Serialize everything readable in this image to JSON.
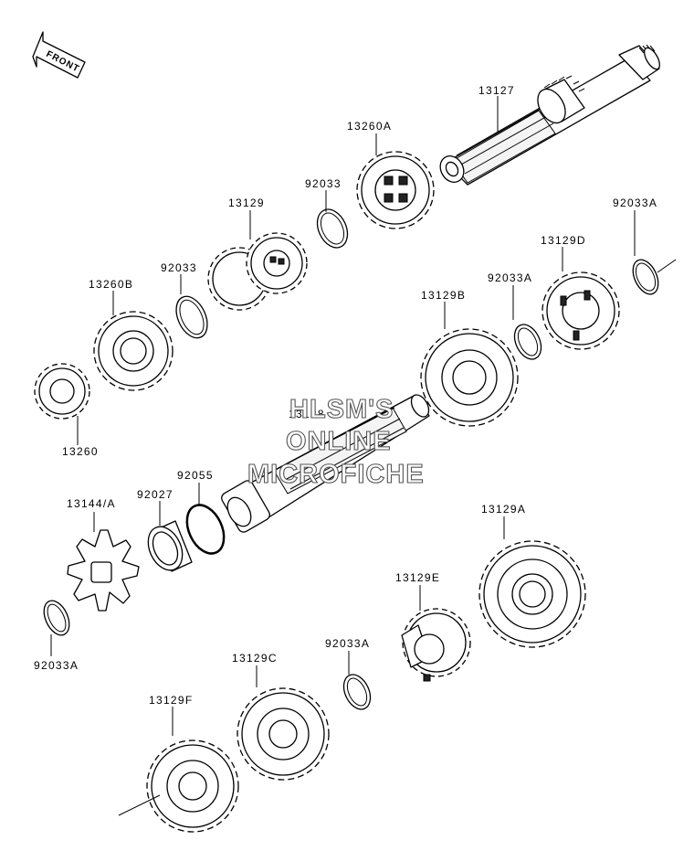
{
  "front_label": "FRONT",
  "watermark": {
    "line1": "HLSM'S",
    "line2": "ONLINE",
    "line3": "MICROFICHE"
  },
  "parts": {
    "p13127": "13127",
    "p13260A": "13260A",
    "p92033_top": "92033",
    "p13129": "13129",
    "p92033_mid": "92033",
    "p13260B": "13260B",
    "p13260": "13260",
    "p13129D": "13129D",
    "p92033A_right": "92033A",
    "p92033A_mid": "92033A",
    "p13129B": "13129B",
    "p13128": "13128",
    "p92055": "92055",
    "p92027": "92027",
    "p13144A": "13144/A",
    "p92033A_left": "92033A",
    "p13129A": "13129A",
    "p13129E": "13129E",
    "p92033A_low": "92033A",
    "p13129C": "13129C",
    "p13129F": "13129F"
  }
}
